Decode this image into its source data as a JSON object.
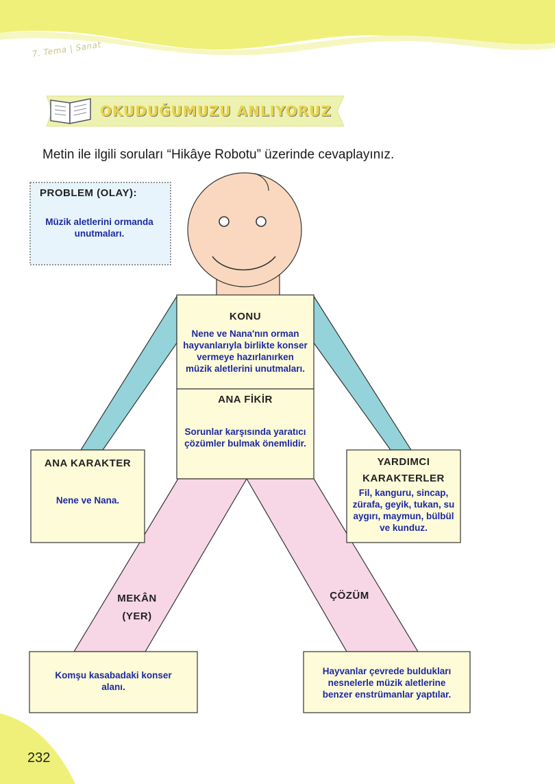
{
  "header": {
    "theme_tag": "7. Tema | Sanat"
  },
  "banner": {
    "title": "OKUDUĞUMUZU ANLIYORUZ",
    "icon": "open-book-icon"
  },
  "instruction": "Metin ile ilgili soruları “Hikâye Robotu” üzerinde cevaplayınız.",
  "robot": {
    "problem": {
      "label": "PROBLEM (OLAY):",
      "answer_line1": "Müzik aletlerini ormanda",
      "answer_line2": "unutmaları."
    },
    "konu": {
      "label": "KONU",
      "line1": "Nene ve Nana'nın orman",
      "line2": "hayvanlarıyla birlikte konser",
      "line3": "vermeye hazırlanırken",
      "line4": "müzik aletlerini unutmaları."
    },
    "ana_fikir": {
      "label": "ANA FİKİR",
      "line1": "Sorunlar karşısında yaratıcı",
      "line2": "çözümler bulmak önemlidir."
    },
    "ana_karakter": {
      "label": "ANA KARAKTER",
      "answer": "Nene ve Nana."
    },
    "yardimci": {
      "label_line1": "YARDIMCI",
      "label_line2": "KARAKTERLER",
      "line1": "Fil, kanguru, sincap,",
      "line2": "zürafa, geyik, tukan, su",
      "line3": "aygırı, maymun, bülbül",
      "line4": "ve kunduz."
    },
    "mekan": {
      "label_line1": "MEKÂN",
      "label_line2": "(YER)",
      "line1": "Komşu kasabadaki konser",
      "line2": "alanı."
    },
    "cozum": {
      "label": "ÇÖZÜM",
      "line1": "Hayvanlar çevrede buldukları",
      "line2": "nesnelerle müzik aletlerine",
      "line3": "benzer enstrümanlar yaptılar."
    }
  },
  "page_number": "232",
  "colors": {
    "banner_bg": "#eef2b0",
    "accent_yellow": "#e8ec60",
    "box_yellow": "#fdfbd8",
    "problem_blue": "#e8f4fb",
    "arm_teal": "#94d3d9",
    "leg_pink": "#f7d6e6",
    "face": "#f9d8bf",
    "answer_blue": "#1d2aa0"
  }
}
